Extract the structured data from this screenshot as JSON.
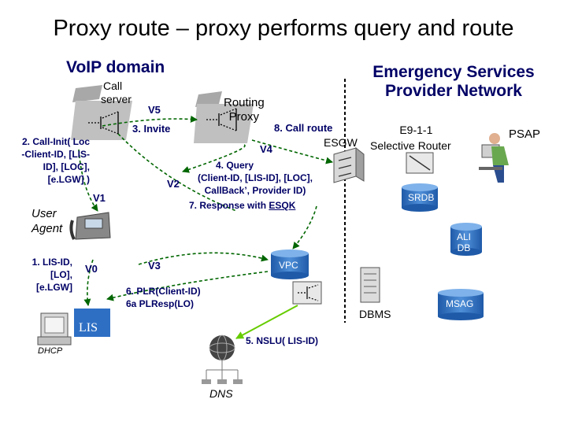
{
  "title": "Proxy route – proxy performs query and route",
  "voip_domain": "VoIP domain",
  "esp_network": {
    "line1": "Emergency Services",
    "line2": "Provider Network"
  },
  "call_server": {
    "line1": "Call",
    "line2": "server"
  },
  "routing_proxy": {
    "line1": "Routing",
    "line2": "Proxy"
  },
  "user_agent": {
    "line1": "User",
    "line2": "Agent"
  },
  "esgw": "ESGW",
  "e911": {
    "line1": "E9-1-1",
    "line2": "Selective Router"
  },
  "psap": "PSAP",
  "srdb": "SRDB",
  "ali": {
    "line1": "ALI",
    "line2": "DB"
  },
  "vpc": "VPC",
  "msag": "MSAG",
  "dbms": "DBMS",
  "lis": "LIS",
  "dhcp": "DHCP",
  "dns": "DNS",
  "interfaces": {
    "v0": "V0",
    "v1": "V1",
    "v2": "V2",
    "v3": "V3",
    "v4": "V4",
    "v5": "V5"
  },
  "steps": {
    "s1": {
      "line1": "1. LIS-ID,",
      "line2": "[LO],",
      "line3": "[e.LGW]"
    },
    "s2": {
      "line1": "2. Call-Init( Loc",
      "line2": "-Client-ID, [LIS-",
      "line3": "ID], [LOC],",
      "line4": "[e.LGW] )"
    },
    "s3": "3. Invite",
    "s4": {
      "line1": "4. Query",
      "line2": "(Client-ID, [LIS-ID], [LOC],",
      "line3": "CallBack’, Provider ID)"
    },
    "s7": {
      "prefix": "7. Response with ",
      "esqk": "ESQK"
    },
    "s6": {
      "line1": "6. PLR(Client-ID)",
      "line2": "6a PLResp(LO)"
    },
    "s5": "5. NSLU( LIS-ID)",
    "s8": "8. Call route"
  },
  "colors": {
    "title": "#000000",
    "heading": "#000066",
    "label": "#000066",
    "flow_arrow": "#006600",
    "nslu_arrow": "#66cc00",
    "boundary": "#000000",
    "db_blue": "#2e6fc4"
  }
}
